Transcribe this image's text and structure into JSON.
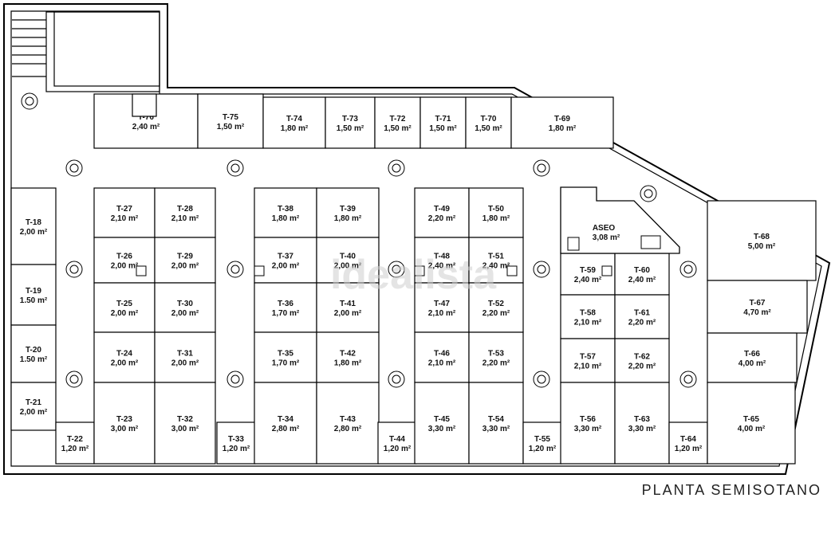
{
  "title": "PLANTA SEMISOTANO",
  "watermark": "idealista",
  "toilet": {
    "label": "ASEO",
    "area": "3,08 m²"
  },
  "rooms": [
    {
      "id": "T-76",
      "area": "2,40 m²"
    },
    {
      "id": "T-75",
      "area": "1,50 m²"
    },
    {
      "id": "T-74",
      "area": "1,80 m²"
    },
    {
      "id": "T-73",
      "area": "1,50 m²"
    },
    {
      "id": "T-72",
      "area": "1,50 m²"
    },
    {
      "id": "T-71",
      "area": "1,50 m²"
    },
    {
      "id": "T-70",
      "area": "1,50 m²"
    },
    {
      "id": "T-69",
      "area": "1,80 m²"
    },
    {
      "id": "T-18",
      "area": "2,00 m²"
    },
    {
      "id": "T-19",
      "area": "1.50 m²"
    },
    {
      "id": "T-20",
      "area": "1.50 m²"
    },
    {
      "id": "T-21",
      "area": "2,00 m²"
    },
    {
      "id": "T-22",
      "area": "1,20 m²"
    },
    {
      "id": "T-27",
      "area": "2,10 m²"
    },
    {
      "id": "T-28",
      "area": "2,10 m²"
    },
    {
      "id": "T-26",
      "area": "2,00 m²"
    },
    {
      "id": "T-29",
      "area": "2,00 m²"
    },
    {
      "id": "T-25",
      "area": "2,00 m²"
    },
    {
      "id": "T-30",
      "area": "2,00 m²"
    },
    {
      "id": "T-24",
      "area": "2,00 m²"
    },
    {
      "id": "T-31",
      "area": "2,00 m²"
    },
    {
      "id": "T-23",
      "area": "3,00 m²"
    },
    {
      "id": "T-32",
      "area": "3,00 m²"
    },
    {
      "id": "T-33",
      "area": "1,20 m²"
    },
    {
      "id": "T-38",
      "area": "1,80 m²"
    },
    {
      "id": "T-39",
      "area": "1,80 m²"
    },
    {
      "id": "T-37",
      "area": "2,00 m²"
    },
    {
      "id": "T-40",
      "area": "2,00 m²"
    },
    {
      "id": "T-36",
      "area": "1,70 m²"
    },
    {
      "id": "T-41",
      "area": "2,00 m²"
    },
    {
      "id": "T-35",
      "area": "1,70 m²"
    },
    {
      "id": "T-42",
      "area": "1,80 m²"
    },
    {
      "id": "T-34",
      "area": "2,80 m²"
    },
    {
      "id": "T-43",
      "area": "2,80 m²"
    },
    {
      "id": "T-44",
      "area": "1,20 m²"
    },
    {
      "id": "T-49",
      "area": "2,20 m²"
    },
    {
      "id": "T-50",
      "area": "1,80 m²"
    },
    {
      "id": "T-48",
      "area": "2,40 m²"
    },
    {
      "id": "T-51",
      "area": "2,40 m²"
    },
    {
      "id": "T-47",
      "area": "2,10 m²"
    },
    {
      "id": "T-52",
      "area": "2,20 m²"
    },
    {
      "id": "T-46",
      "area": "2,10 m²"
    },
    {
      "id": "T-53",
      "area": "2,20 m²"
    },
    {
      "id": "T-45",
      "area": "3,30 m²"
    },
    {
      "id": "T-54",
      "area": "3,30 m²"
    },
    {
      "id": "T-55",
      "area": "1,20 m²"
    },
    {
      "id": "T-59",
      "area": "2,40 m²"
    },
    {
      "id": "T-60",
      "area": "2,40 m²"
    },
    {
      "id": "T-58",
      "area": "2,10 m²"
    },
    {
      "id": "T-61",
      "area": "2,20 m²"
    },
    {
      "id": "T-57",
      "area": "2,10 m²"
    },
    {
      "id": "T-62",
      "area": "2,20 m²"
    },
    {
      "id": "T-56",
      "area": "3,30 m²"
    },
    {
      "id": "T-63",
      "area": "3,30 m²"
    },
    {
      "id": "T-64",
      "area": "1,20 m²"
    },
    {
      "id": "T-68",
      "area": "5,00 m²"
    },
    {
      "id": "T-67",
      "area": "4,70 m²"
    },
    {
      "id": "T-66",
      "area": "4,00 m²"
    },
    {
      "id": "T-65",
      "area": "4,00 m²"
    }
  ]
}
